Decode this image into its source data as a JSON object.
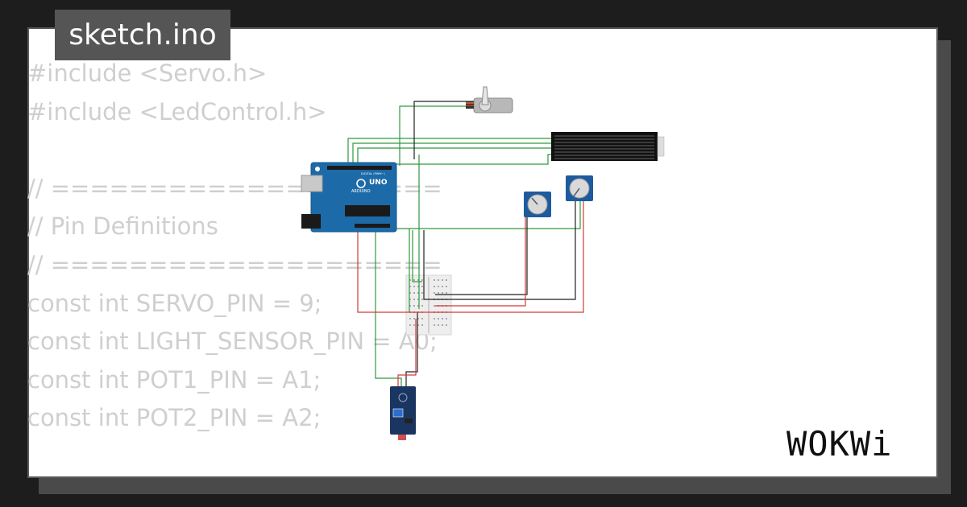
{
  "file_tab": {
    "label": "sketch.ino"
  },
  "code_lines": [
    "#include <Servo.h>",
    "#include <LedControl.h>",
    "",
    "// ====================",
    "// Pin Definitions",
    "// ====================",
    "const int SERVO_PIN = 9;",
    "const int LIGHT_SENSOR_PIN = A0;",
    "const int POT1_PIN = A1;",
    "const int POT2_PIN = A2;"
  ],
  "arduino": {
    "brand_label": "UNO",
    "maker_label": "ARDUINO",
    "header_label": "DIGITAL (PWM~)"
  },
  "brand": {
    "logo_text": "WOKWi"
  },
  "colors": {
    "background": "#1d1d1d",
    "card": "#ffffff",
    "tab": "#555555",
    "code_text": "#cfcfcf",
    "arduino_blue": "#1c6aa8",
    "wire_green": "#2e9a3e",
    "wire_red": "#d33a3a",
    "wire_black": "#222222",
    "led_matrix": "#111111",
    "pot_blue": "#1e5b9e",
    "sensor_module": "#1b3561"
  }
}
